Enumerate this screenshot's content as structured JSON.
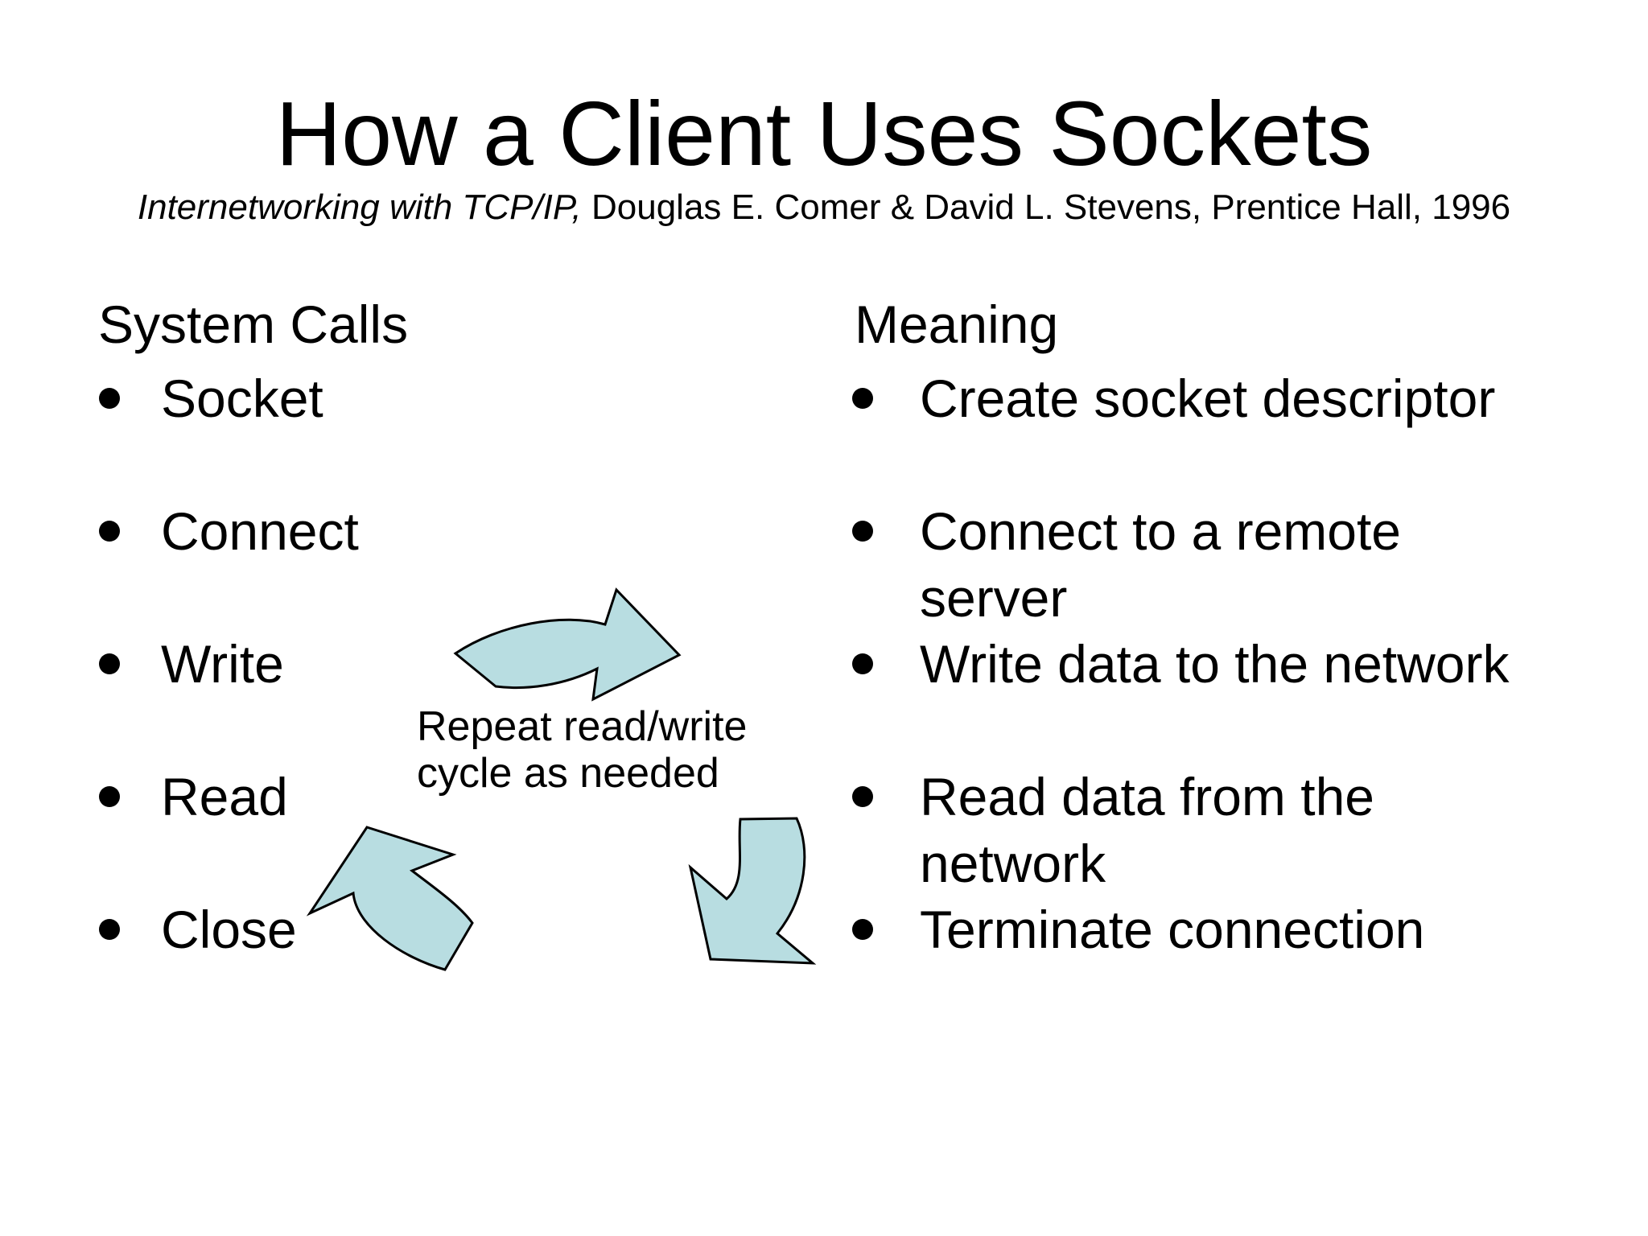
{
  "slide": {
    "title": "How a Client Uses Sockets",
    "subtitle": {
      "book_title_italic": "Internetworking with TCP/IP,",
      "authors": " Douglas E. Comer & David L. Stevens, Prentice Hall, 1996"
    },
    "background_color": "#ffffff",
    "text_color": "#000000"
  },
  "left_column": {
    "heading": "System Calls",
    "items": [
      {
        "lines": [
          "Socket"
        ]
      },
      {
        "lines": [
          "Connect"
        ]
      },
      {
        "lines": [
          "Write"
        ]
      },
      {
        "lines": [
          "Read"
        ]
      },
      {
        "lines": [
          "Close"
        ]
      }
    ]
  },
  "right_column": {
    "heading": "Meaning",
    "items": [
      {
        "lines": [
          "Create socket descriptor"
        ]
      },
      {
        "lines": [
          "Connect to a remote",
          "server"
        ]
      },
      {
        "lines": [
          "Write data to the network"
        ]
      },
      {
        "lines": [
          "Read data from the",
          "network"
        ]
      },
      {
        "lines": [
          "Terminate connection"
        ]
      }
    ]
  },
  "cycle_diagram": {
    "label_lines": [
      "Repeat read/write",
      "cycle as needed"
    ],
    "arrow_fill": "#b8dde1",
    "arrow_stroke": "#000000",
    "arrows": [
      {
        "id": "cycle-arrow-east",
        "description": "curved arrow pointing right"
      },
      {
        "id": "cycle-arrow-southwest",
        "description": "curved arrow pointing down-left"
      },
      {
        "id": "cycle-arrow-northwest",
        "description": "curved arrow pointing up-left"
      }
    ]
  }
}
